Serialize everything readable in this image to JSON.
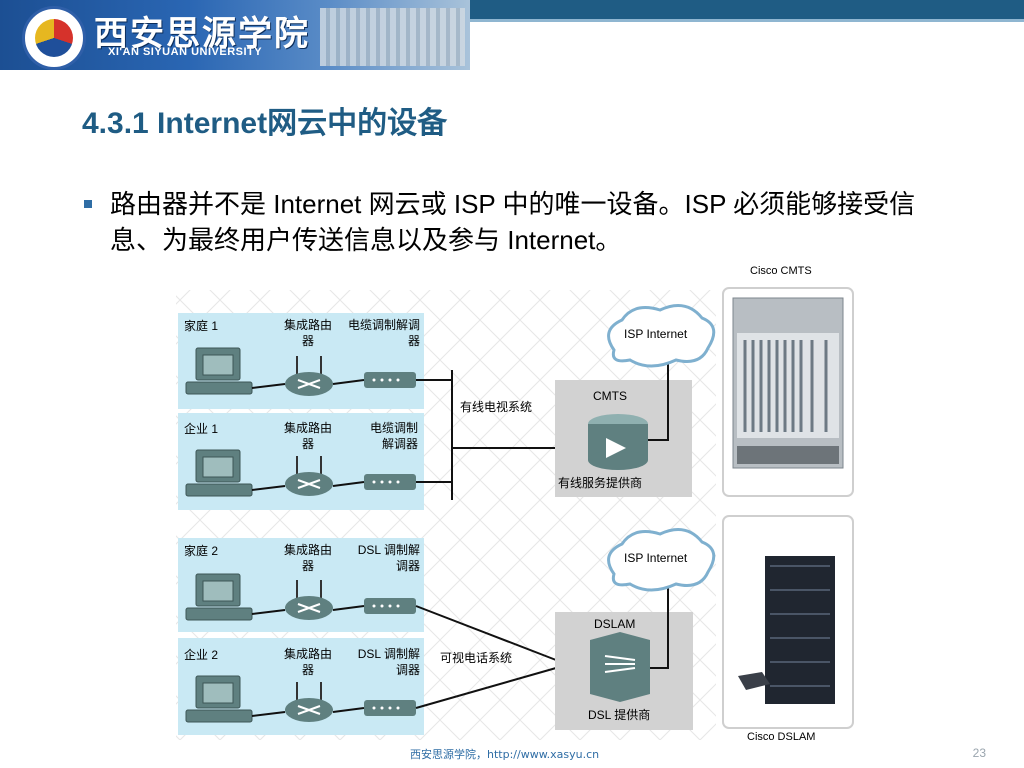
{
  "header": {
    "logo_cn": "西安思源学院",
    "logo_en": "XI'AN SIYUAN UNIVERSITY"
  },
  "slide": {
    "title": "4.3.1 Internet网云中的设备",
    "bullet": "路由器并不是 Internet 网云或 ISP 中的唯一设备。ISP 必须能够接受信息、为最终用户传送信息以及参与 Internet。"
  },
  "diagram": {
    "sites": [
      {
        "name": "家庭 1",
        "router": "集成路由器",
        "modem": "电缆调制解调器"
      },
      {
        "name": "企业 1",
        "router": "集成路由器",
        "modem": "电缆调制解调器"
      },
      {
        "name": "家庭 2",
        "router": "集成路由器",
        "modem": "DSL 调制解调器"
      },
      {
        "name": "企业 2",
        "router": "集成路由器",
        "modem": "DSL 调制解调器"
      }
    ],
    "cloud_labels": [
      "ISP Internet",
      "ISP Internet"
    ],
    "cmts_label": "CMTS",
    "cable_system": "有线电视系统",
    "cable_provider": "有线服务提供商",
    "dslam_label": "DSLAM",
    "phone_system": "可视电话系统",
    "dsl_provider": "DSL 提供商",
    "cisco_cmts": "Cisco CMTS",
    "cisco_dslam": "Cisco DSLAM"
  },
  "footer": {
    "text": "西安思源学院，http://www.xasyu.cn",
    "page": "23"
  },
  "colors": {
    "accent": "#1f5c84",
    "panel": "#c9e9f4",
    "gray_panel": "#d2d2d2"
  }
}
